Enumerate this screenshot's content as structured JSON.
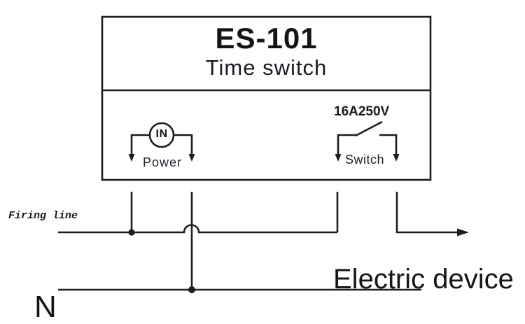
{
  "colors": {
    "ink": "#1d1d21",
    "background": "#ffffff"
  },
  "device_box": {
    "model": "ES-101",
    "type": "Time switch",
    "power_terminal": {
      "symbol": "IN",
      "label": "Power"
    },
    "switch_terminal": {
      "rating": "16A250V",
      "label": "Switch"
    }
  },
  "wiring": {
    "firing_line_label": "Firing line",
    "neutral_label": "N",
    "load_label": "Electric device"
  }
}
